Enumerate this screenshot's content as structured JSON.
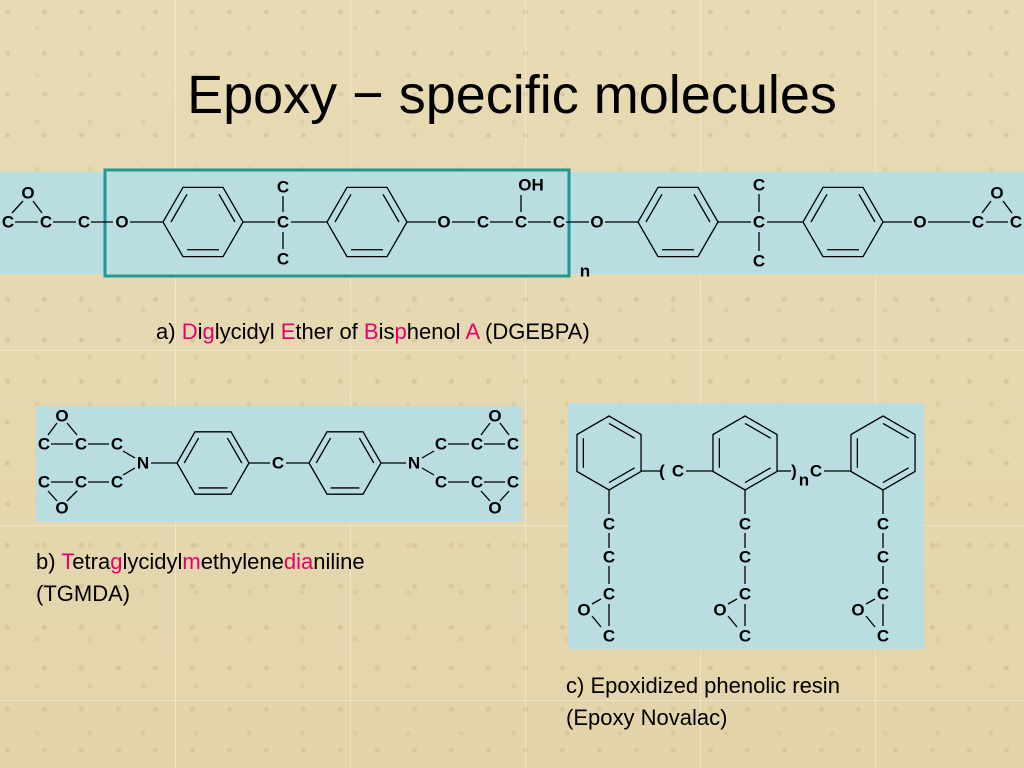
{
  "title": "Epoxy − specific molecules",
  "accent_color": "#e8006e",
  "panel_color": "#b9dde0",
  "frame_color": "#1a9a94",
  "caption_a": {
    "prefix": "a) ",
    "segments": [
      {
        "text": "D",
        "hl": true
      },
      {
        "text": "i",
        "hl": false
      },
      {
        "text": "g",
        "hl": true
      },
      {
        "text": "lycidyl ",
        "hl": false
      },
      {
        "text": "E",
        "hl": true
      },
      {
        "text": "ther of ",
        "hl": false
      },
      {
        "text": "B",
        "hl": true
      },
      {
        "text": "is",
        "hl": false
      },
      {
        "text": "p",
        "hl": true
      },
      {
        "text": "henol ",
        "hl": false
      },
      {
        "text": "A",
        "hl": true
      },
      {
        "text": " (DGEBPA)",
        "hl": false
      }
    ]
  },
  "caption_b": {
    "prefix": "b) ",
    "segments": [
      {
        "text": "T",
        "hl": true
      },
      {
        "text": "etra",
        "hl": false
      },
      {
        "text": "g",
        "hl": true
      },
      {
        "text": "lycidyl",
        "hl": false
      },
      {
        "text": "m",
        "hl": true
      },
      {
        "text": "ethylene",
        "hl": false
      },
      {
        "text": "di",
        "hl": true
      },
      {
        "text": "a",
        "hl": true
      },
      {
        "text": "niline",
        "hl": false
      }
    ],
    "line2": "(TGMDA)"
  },
  "caption_c": {
    "line1": "c) Epoxidized phenolic resin",
    "line2": "(Epoxy Novalac)"
  },
  "atoms": {
    "O": "O",
    "C": "C",
    "N": "N",
    "OH": "OH",
    "n": "n",
    "paren_open": "(",
    "paren_close": ")"
  }
}
